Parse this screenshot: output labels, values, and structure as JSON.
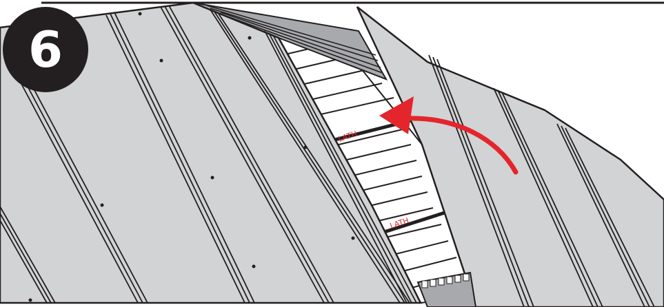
{
  "step": {
    "number": "6"
  },
  "labels": {
    "lath_top": "LATH",
    "lath_bottom": "LATH"
  },
  "colors": {
    "panel": "#d1d3d4",
    "panel_dark": "#a7a9ac",
    "panel_shade": "#bcbec0",
    "outline": "#231f20",
    "arrow": "#e4252b",
    "badge": "#231f20",
    "background": "#ffffff"
  },
  "icons": {
    "badge": "step-number-badge",
    "arrow": "curved-arrow-icon"
  }
}
